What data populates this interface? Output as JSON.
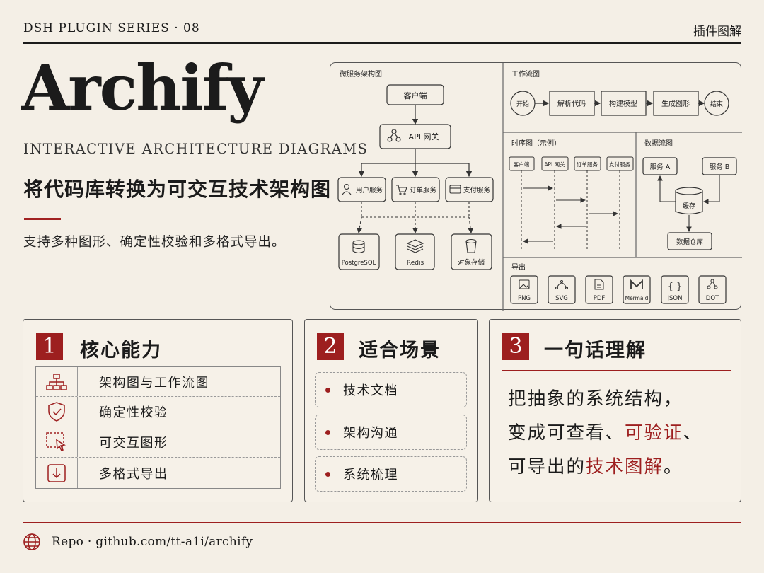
{
  "header": {
    "series": "DSH PLUGIN SERIES · 08",
    "tag": "插件图解"
  },
  "hero": {
    "title": "Archify",
    "subtitle": "INTERACTIVE ARCHITECTURE DIAGRAMS",
    "headline": "将代码库转换为可交互技术架构图",
    "description": "支持多种图形、确定性校验和多格式导出。"
  },
  "diagram": {
    "micro": {
      "title": "微服务架构图",
      "client": "客户端",
      "gateway": "API 网关",
      "services": [
        "用户服务",
        "订单服务",
        "支付服务"
      ],
      "stores": [
        "PostgreSQL",
        "Redis",
        "对象存储"
      ]
    },
    "workflow": {
      "title": "工作流图",
      "start": "开始",
      "steps": [
        "解析代码",
        "构建模型",
        "生成图形"
      ],
      "end": "结束"
    },
    "sequence": {
      "title": "时序图（示例）",
      "lanes": [
        "客户端",
        "API 网关",
        "订单服务",
        "支付服务"
      ]
    },
    "dataflow": {
      "title": "数据流图",
      "service_a": "服务 A",
      "service_b": "服务 B",
      "cache": "缓存",
      "warehouse": "数据仓库"
    },
    "export": {
      "title": "导出",
      "formats": [
        "PNG",
        "SVG",
        "PDF",
        "Mermaid",
        "JSON",
        "DOT"
      ]
    }
  },
  "cards": {
    "core": {
      "number": "1",
      "title": "核心能力",
      "items": [
        "架构图与工作流图",
        "确定性校验",
        "可交互图形",
        "多格式导出"
      ]
    },
    "scenarios": {
      "number": "2",
      "title": "适合场景",
      "items": [
        "技术文档",
        "架构沟通",
        "系统梳理"
      ]
    },
    "summary": {
      "number": "3",
      "title": "一句话理解",
      "line1": "把抽象的系统结构，",
      "line2_a": "变成可查看、",
      "line2_b": "可验证",
      "line2_c": "、",
      "line3_a": "可导出的",
      "line3_b": "技术图解",
      "line3_c": "。"
    }
  },
  "footer": {
    "repo": "Repo · github.com/tt-a1i/archify"
  },
  "colors": {
    "accent": "#9d1f1f",
    "background": "#f4efe6",
    "ink": "#1b1b1b"
  }
}
